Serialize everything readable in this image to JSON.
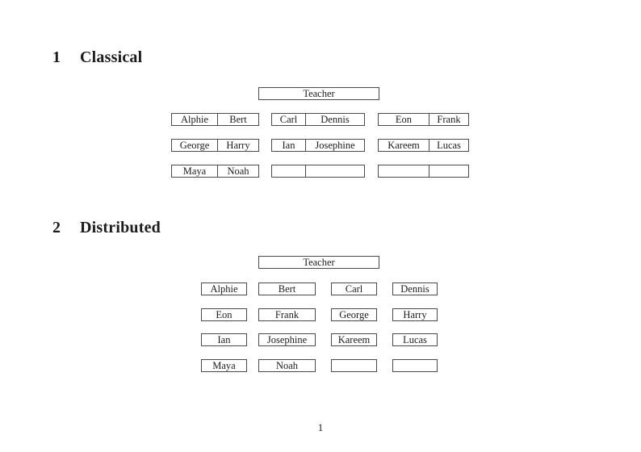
{
  "document": {
    "page_number": "1"
  },
  "colors": {
    "background": "#ffffff",
    "ink": "#1c1c1c",
    "line": "#4a4a4a"
  },
  "classical": {
    "heading": {
      "number": "1",
      "title": "Classical"
    },
    "teacher_label": "Teacher",
    "rows": [
      [
        {
          "l": "Alphie",
          "r": "Bert"
        },
        {
          "l": "Carl",
          "r": "Dennis"
        },
        {
          "l": "Eon",
          "r": "Frank"
        }
      ],
      [
        {
          "l": "George",
          "r": "Harry"
        },
        {
          "l": "Ian",
          "r": "Josephine"
        },
        {
          "l": "Kareem",
          "r": "Lucas"
        }
      ],
      [
        {
          "l": "Maya",
          "r": "Noah"
        },
        {
          "l": "",
          "r": ""
        },
        {
          "l": "",
          "r": ""
        }
      ]
    ]
  },
  "distributed": {
    "heading": {
      "number": "2",
      "title": "Distributed"
    },
    "teacher_label": "Teacher",
    "rows": [
      [
        "Alphie",
        "Bert",
        "Carl",
        "Dennis"
      ],
      [
        "Eon",
        "Frank",
        "George",
        "Harry"
      ],
      [
        "Ian",
        "Josephine",
        "Kareem",
        "Lucas"
      ],
      [
        "Maya",
        "Noah",
        "",
        ""
      ]
    ]
  }
}
